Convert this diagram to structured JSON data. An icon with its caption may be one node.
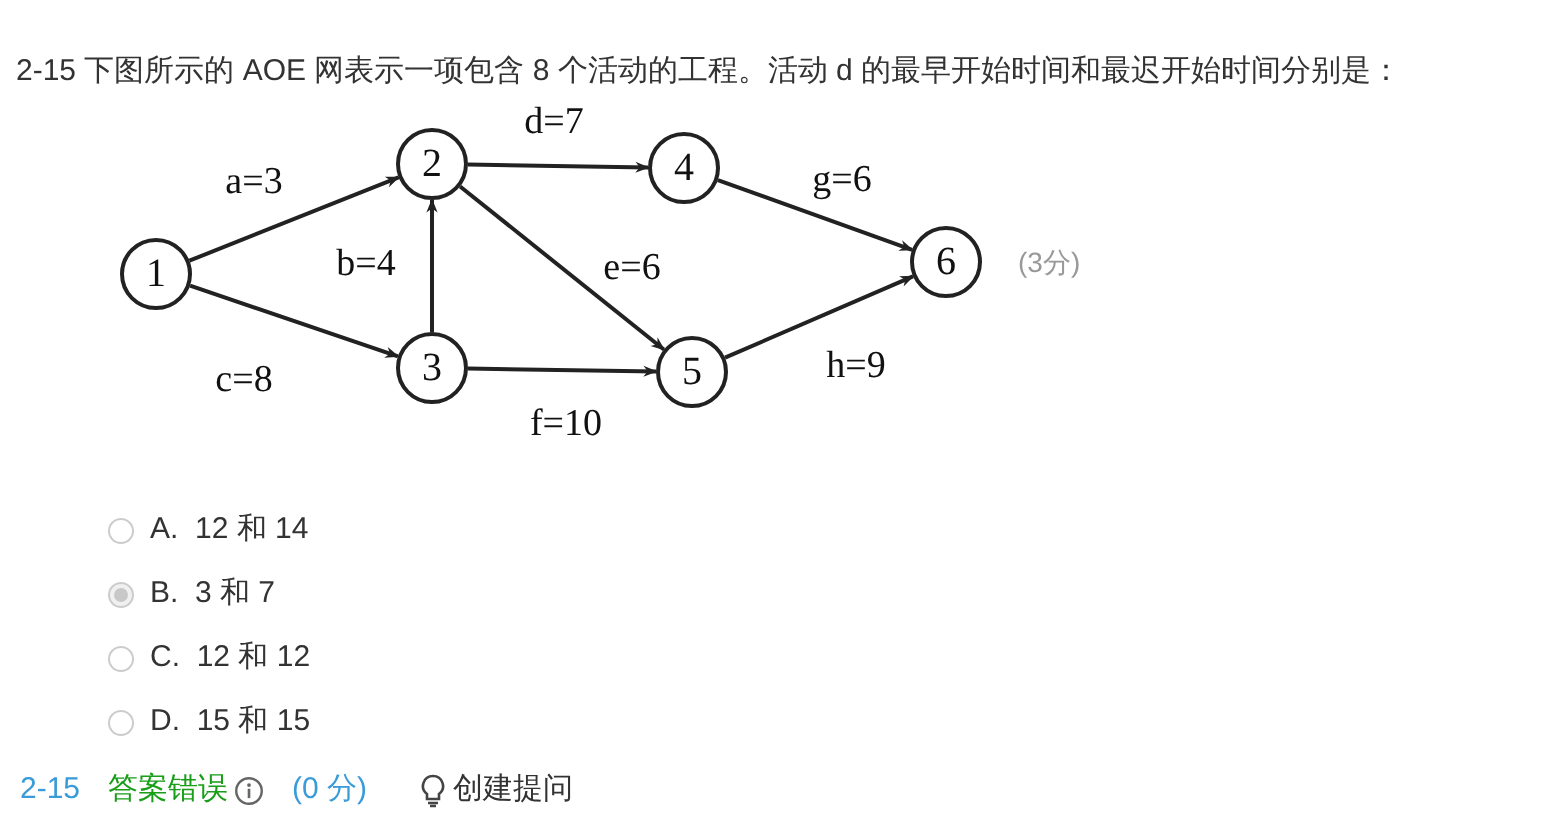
{
  "diagram": {
    "title": "2-15  下图所示的 AOE 网表示一项包含 8 个活动的工程。活动 d 的最早开始时间和最迟开始时间分别是：",
    "nodes": [
      {
        "text": [
          "1"
        ]
      },
      {
        "text": [
          "2"
        ]
      },
      {
        "text": [
          "3"
        ]
      },
      {
        "text": [
          "4"
        ]
      },
      {
        "text": [
          "5"
        ]
      },
      {
        "text": [
          "6"
        ],
        "beside": [
          "(3分)"
        ]
      }
    ],
    "edges": [
      {
        "from": 0,
        "to": 1,
        "arrow": "to",
        "label": "a=3"
      },
      {
        "from": 2,
        "to": 1,
        "arrow": "to",
        "label": "b=4"
      },
      {
        "from": 0,
        "to": 2,
        "arrow": "to",
        "label": "c=8"
      },
      {
        "from": 1,
        "to": 3,
        "arrow": "to",
        "label": "d=7"
      },
      {
        "from": 1,
        "to": 4,
        "arrow": "to",
        "label": "e=6"
      },
      {
        "from": 2,
        "to": 4,
        "arrow": "to",
        "label": "f=10"
      },
      {
        "from": 3,
        "to": 5,
        "arrow": "to",
        "label": "g=6"
      },
      {
        "from": 4,
        "to": 5,
        "arrow": "to",
        "label": "h=9"
      }
    ],
    "labels": [
      "A.  12 和 14",
      "B.  3 和 7",
      "C.  12 和 12",
      "D.  15 和 15",
      "2-15",
      "答案错误",
      "(0 分)",
      "创建提问"
    ]
  }
}
